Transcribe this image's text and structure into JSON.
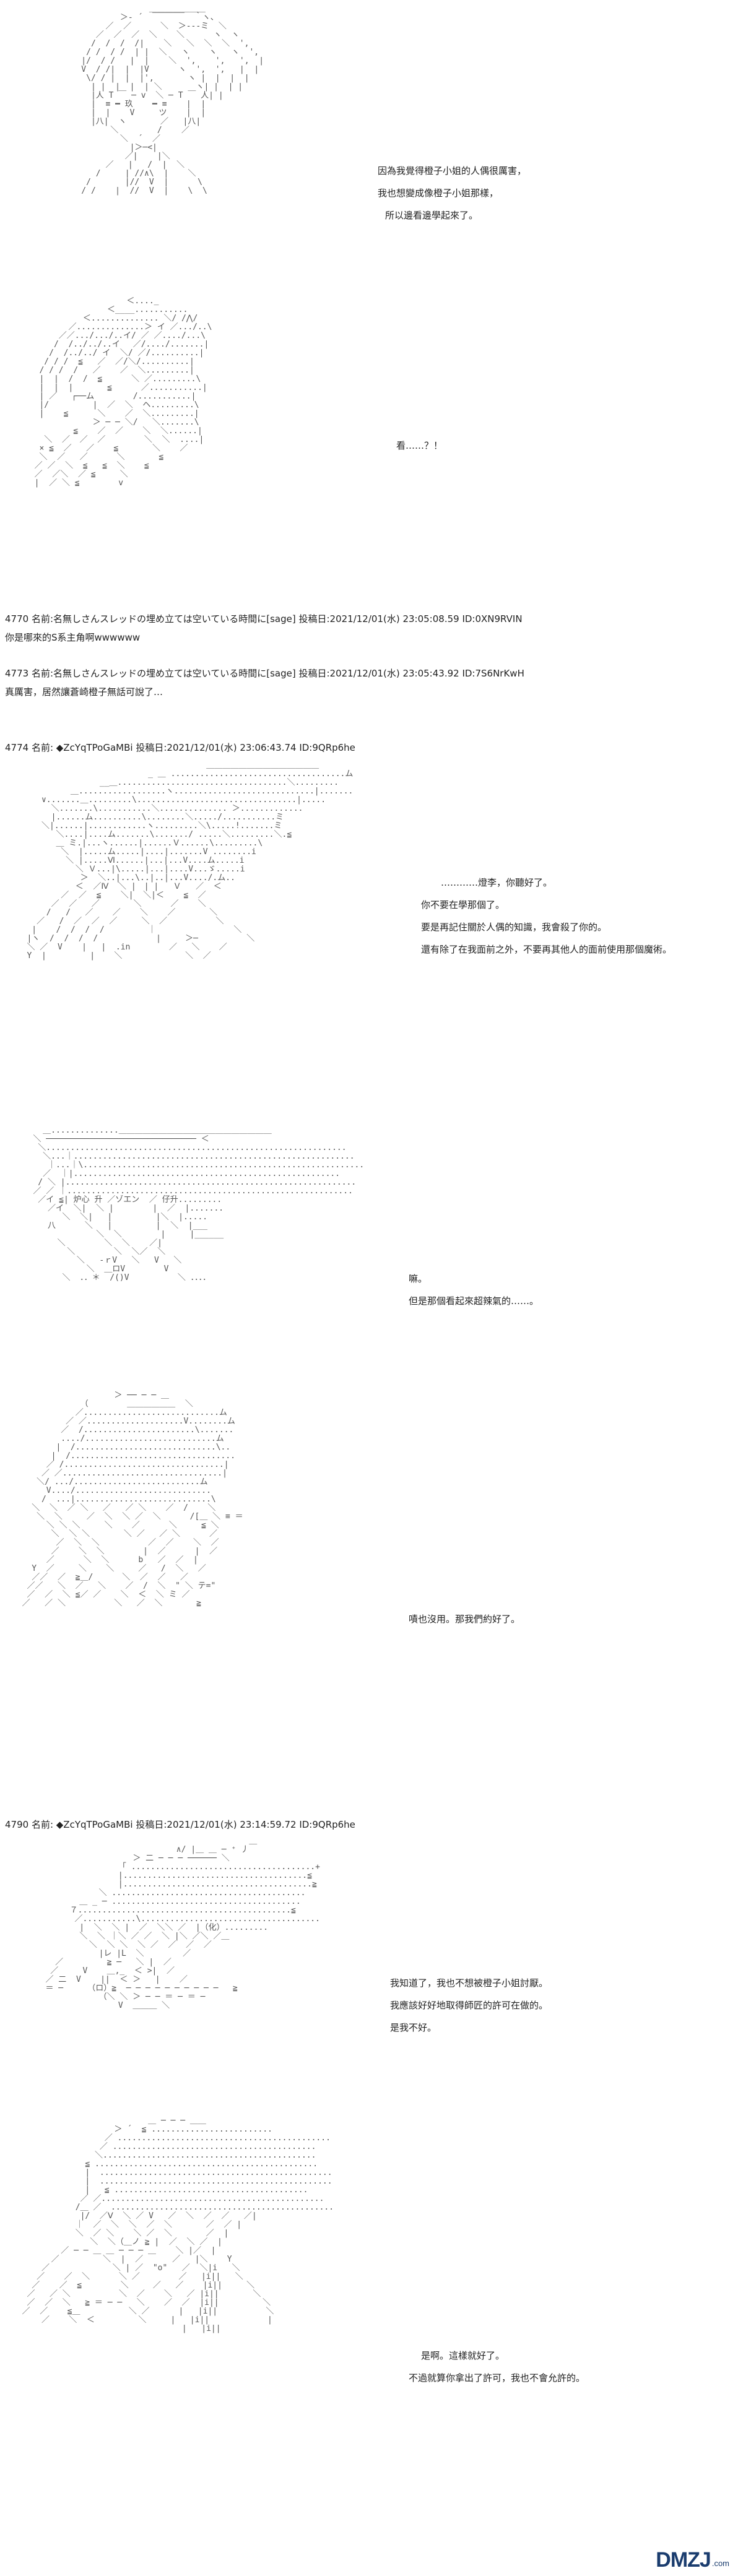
{
  "sections": [
    {
      "id": "frame-1",
      "lines": [
        "因為我覺得橙子小姐的人偶很厲害，",
        "我也想變成像橙子小姐那樣，",
        "所以邊看邊學起來了。"
      ]
    },
    {
      "id": "frame-2",
      "lines": [
        "看……？！"
      ]
    },
    {
      "id": "post-4770",
      "header": "4770 名前:名無しさんスレッドの埋め立ては空いている時間に[sage] 投稿日:2021/12/01(水) 23:05:08.59 ID:0XN9RVIN",
      "body": "你是哪來的S系主角啊wwwwww"
    },
    {
      "id": "post-4773",
      "header": "4773 名前:名無しさんスレッドの埋め立ては空いている時間に[sage] 投稿日:2021/12/01(水) 23:05:43.92 ID:7S6NrKwH",
      "body": "真厲害，居然讓蒼崎橙子無話可說了…"
    },
    {
      "id": "post-4774",
      "header": "4774 名前: ◆ZcYqTPoGaMBi 投稿日:2021/12/01(水) 23:06:43.74 ID:9QRp6he",
      "lines": [
        "…………燈李，你聽好了。",
        "你不要在學那個了。",
        "要是再記住關於人偶的知識，我會殺了你的。",
        "還有除了在我面前之外，不要再其他人的面前使用那個魔術。"
      ]
    },
    {
      "id": "frame-4",
      "lines": [
        "嘛。",
        "但是那個看起來超辣氣的……。"
      ]
    },
    {
      "id": "frame-5",
      "lines": [
        "嘖也沒用。那我們約好了。"
      ]
    },
    {
      "id": "post-4790",
      "header": "4790 名前: ◆ZcYqTPoGaMBi 投稿日:2021/12/01(水) 23:14:59.72 ID:9QRp6he",
      "lines": [
        "我知道了，我也不想被橙子小姐討厭。",
        "我應該好好地取得師匠的許可在做的。",
        "是我不好。"
      ]
    },
    {
      "id": "frame-7",
      "lines": [
        "是啊。這樣就好了。",
        "不過就算你拿出了許可，我也不會允許的。"
      ]
    }
  ],
  "watermark": {
    "letters": "DMZJ",
    "suffix": ".com"
  }
}
